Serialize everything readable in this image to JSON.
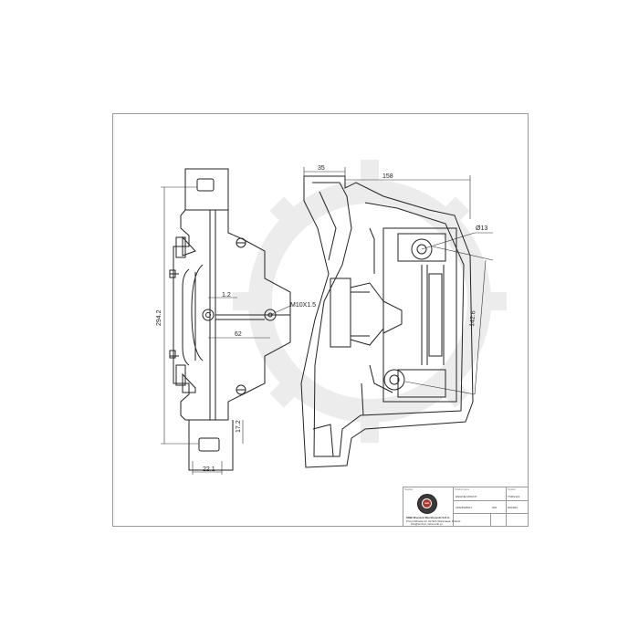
{
  "dimensions": {
    "width_22_1": "22.1",
    "height_17_2": "17.2",
    "height_294_2": "294.2",
    "offset_1_2": "1.2",
    "thread": "M10X1.5",
    "width_62": "62",
    "width_35": "35",
    "width_158": "158",
    "diameter": "Ø13",
    "height_142_6": "142.6"
  },
  "title_block": {
    "supplier_label": "Supplier",
    "product_label": "Product name",
    "product_name": "ENGINE MOUNT",
    "symbol_label": "Symbol",
    "symbol": "TSMV121",
    "code": "24524625017",
    "rev": "000",
    "date": "00/2023",
    "company_name": "SMB Wszolek Wierzbowski S.K.A.",
    "company_address": "Przyczółkowa 23, 02-924 Warszawa, Poland",
    "company_web": "info@smb.pl, www.smb.pl",
    "logo_icon": "company-logo-icon"
  },
  "colors": {
    "line": "#222222",
    "frame": "#9a9a9a",
    "watermark": "#e9e9e9"
  }
}
